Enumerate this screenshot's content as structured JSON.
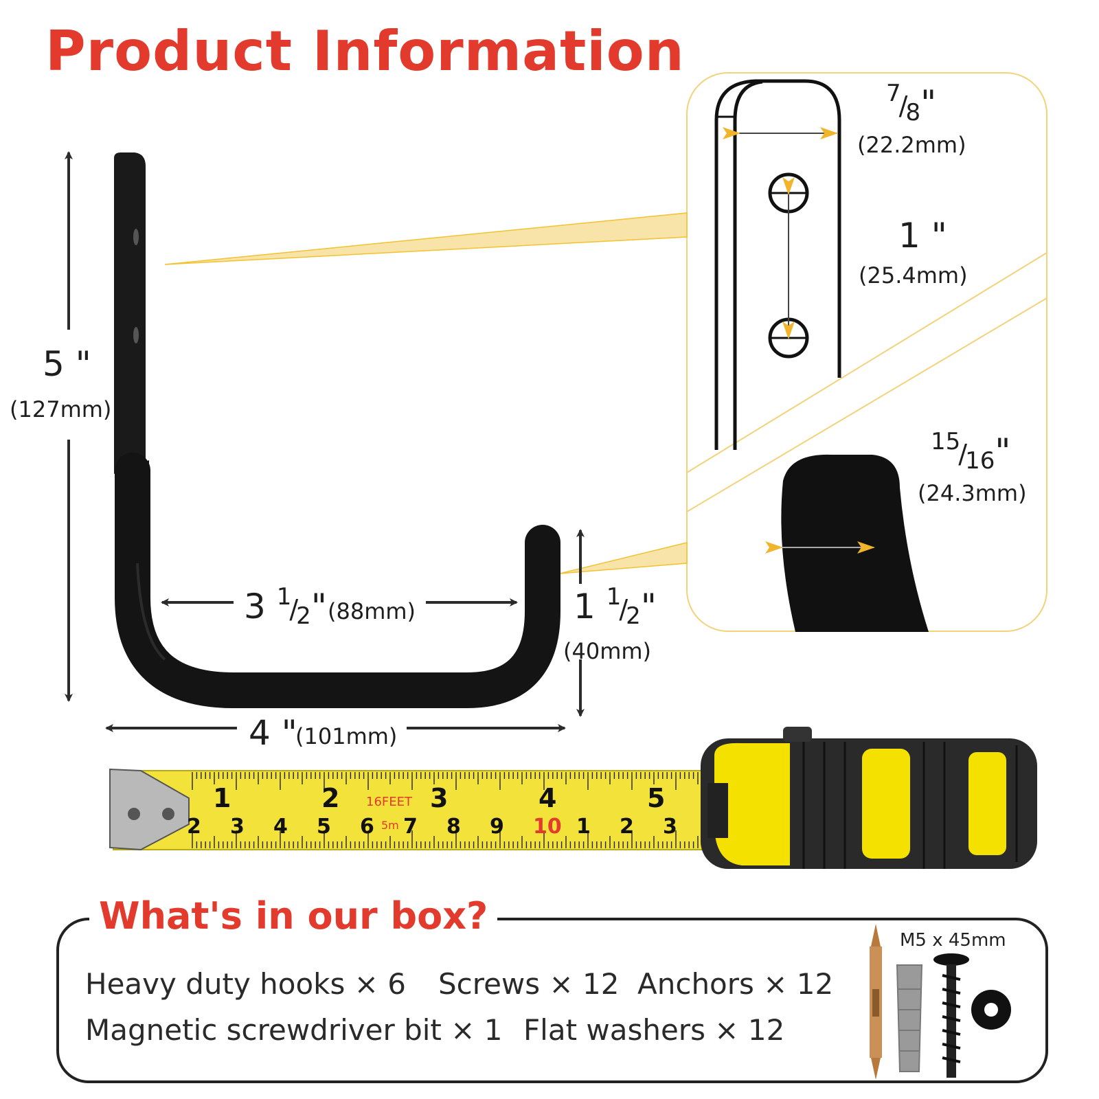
{
  "title": "Product Information",
  "dimensions": {
    "height": {
      "inch": "5",
      "mm": "(127mm)"
    },
    "inner_width": {
      "whole": "3",
      "num": "1",
      "den": "2",
      "mm": "(88mm)"
    },
    "outer_width": {
      "inch": "4",
      "mm": "(101mm)"
    },
    "lip_height": {
      "whole": "1",
      "num": "1",
      "den": "2",
      "mm": "(40mm)"
    },
    "plate_width": {
      "num": "7",
      "den": "8",
      "mm": "(22.2mm)"
    },
    "hole_spacing": {
      "inch": "1",
      "mm": "(25.4mm)"
    },
    "tube_width": {
      "num": "15",
      "den": "16",
      "mm": "(24.3mm)"
    }
  },
  "tape": {
    "top_numbers": [
      "1",
      "2",
      "3",
      "4",
      "5"
    ],
    "bottom_numbers": [
      "2",
      "3",
      "4",
      "5",
      "6",
      "7",
      "8",
      "9",
      "10",
      "1",
      "2",
      "3"
    ],
    "brand_text": "16FEET",
    "metric_text": "5m"
  },
  "box": {
    "title": "What's in our box?",
    "items": [
      "Heavy duty hooks × 6",
      "Screws × 12",
      "Anchors × 12",
      "Magnetic screwdriver bit × 1",
      "Flat washers × 12"
    ],
    "screw_spec": "M5 x 45mm"
  },
  "colors": {
    "accent_red": "#e23a2c",
    "callout_gold": "#f2c230",
    "tape_yellow": "#f3e23a",
    "hook_black": "#141414"
  }
}
